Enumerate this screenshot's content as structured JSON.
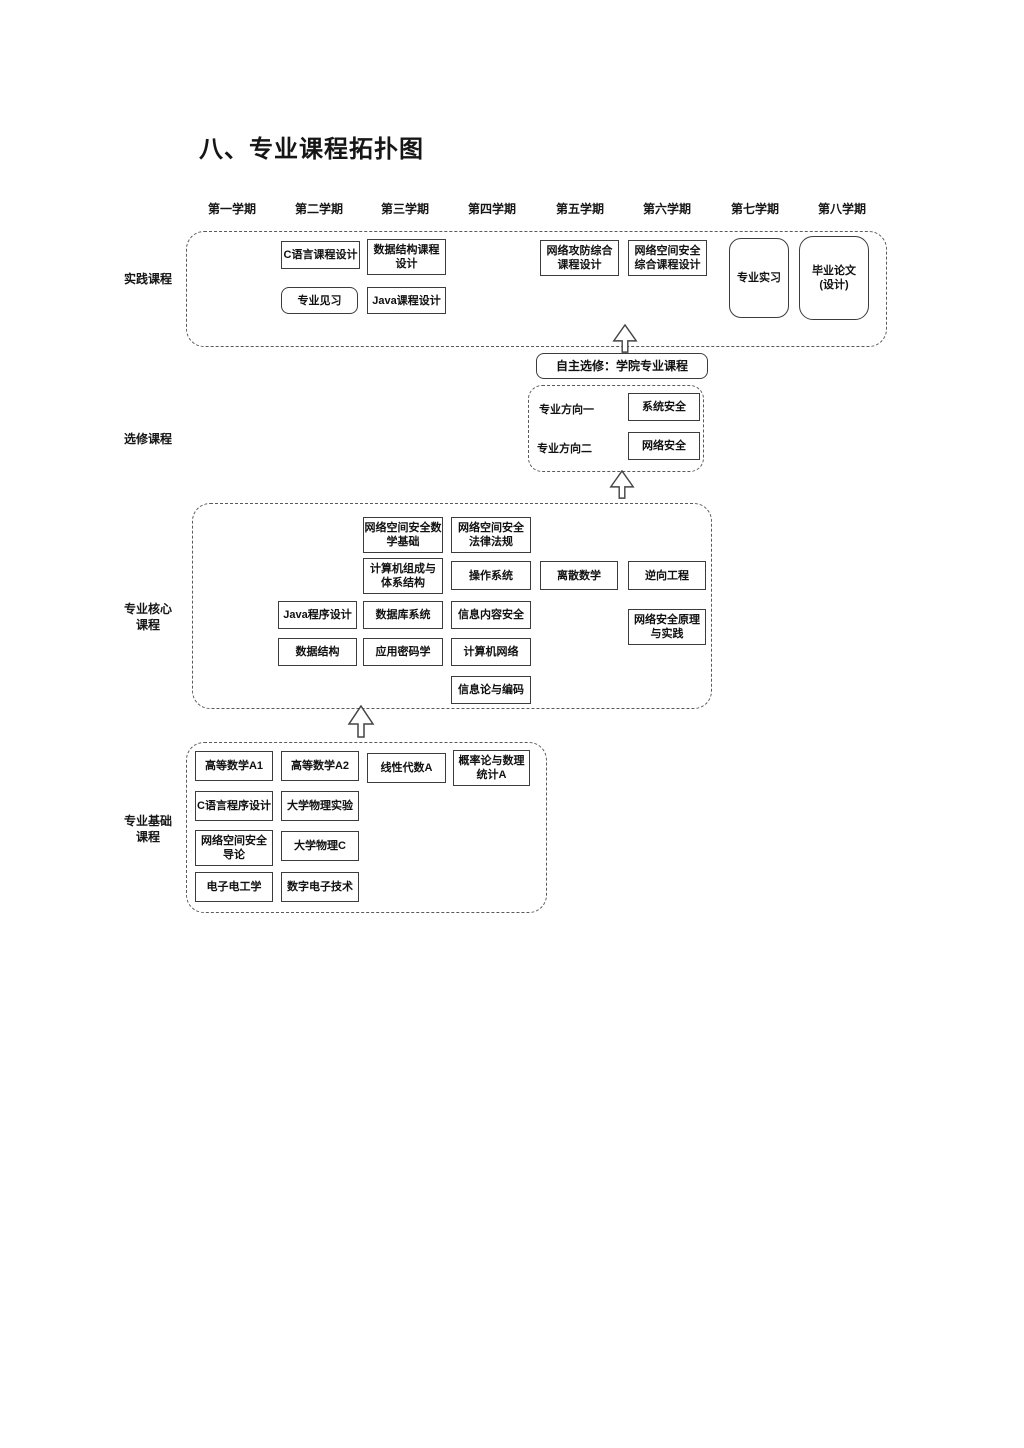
{
  "page": {
    "title": "八、专业课程拓扑图"
  },
  "semesters": [
    "第一学期",
    "第二学期",
    "第三学期",
    "第四学期",
    "第五学期",
    "第六学期",
    "第七学期",
    "第八学期"
  ],
  "sections": {
    "practice": {
      "label": "实践课程",
      "courses": [
        "C语言课程设计",
        "数据结构课程\n设计",
        "专业见习",
        "Java课程设计",
        "网络攻防综合\n课程设计",
        "网络空间安全\n综合课程设计",
        "专业实习",
        "毕业论文\n(设计)"
      ]
    },
    "elective": {
      "label": "选修课程",
      "self_elective": "自主选修：学院专业课程",
      "directions": [
        {
          "label": "专业方向一",
          "course": "系统安全"
        },
        {
          "label": "专业方向二",
          "course": "网络安全"
        }
      ]
    },
    "core": {
      "label": "专业核心\n课程",
      "courses": [
        "网络空间安全数\n学基础",
        "网络空间安全\n法律法规",
        "计算机组成与\n体系结构",
        "操作系统",
        "离散数学",
        "逆向工程",
        "Java程序设计",
        "数据库系统",
        "信息内容安全",
        "网络安全原理\n与实践",
        "数据结构",
        "应用密码学",
        "计算机网络",
        "信息论与编码"
      ]
    },
    "basic": {
      "label": "专业基础\n课程",
      "courses": [
        "高等数学A1",
        "高等数学A2",
        "线性代数A",
        "概率论与数理\n统计A",
        "C语言程序设计",
        "大学物理实验",
        "网络空间安全\n导论",
        "大学物理C",
        "电子电工学",
        "数字电子技术"
      ]
    }
  }
}
